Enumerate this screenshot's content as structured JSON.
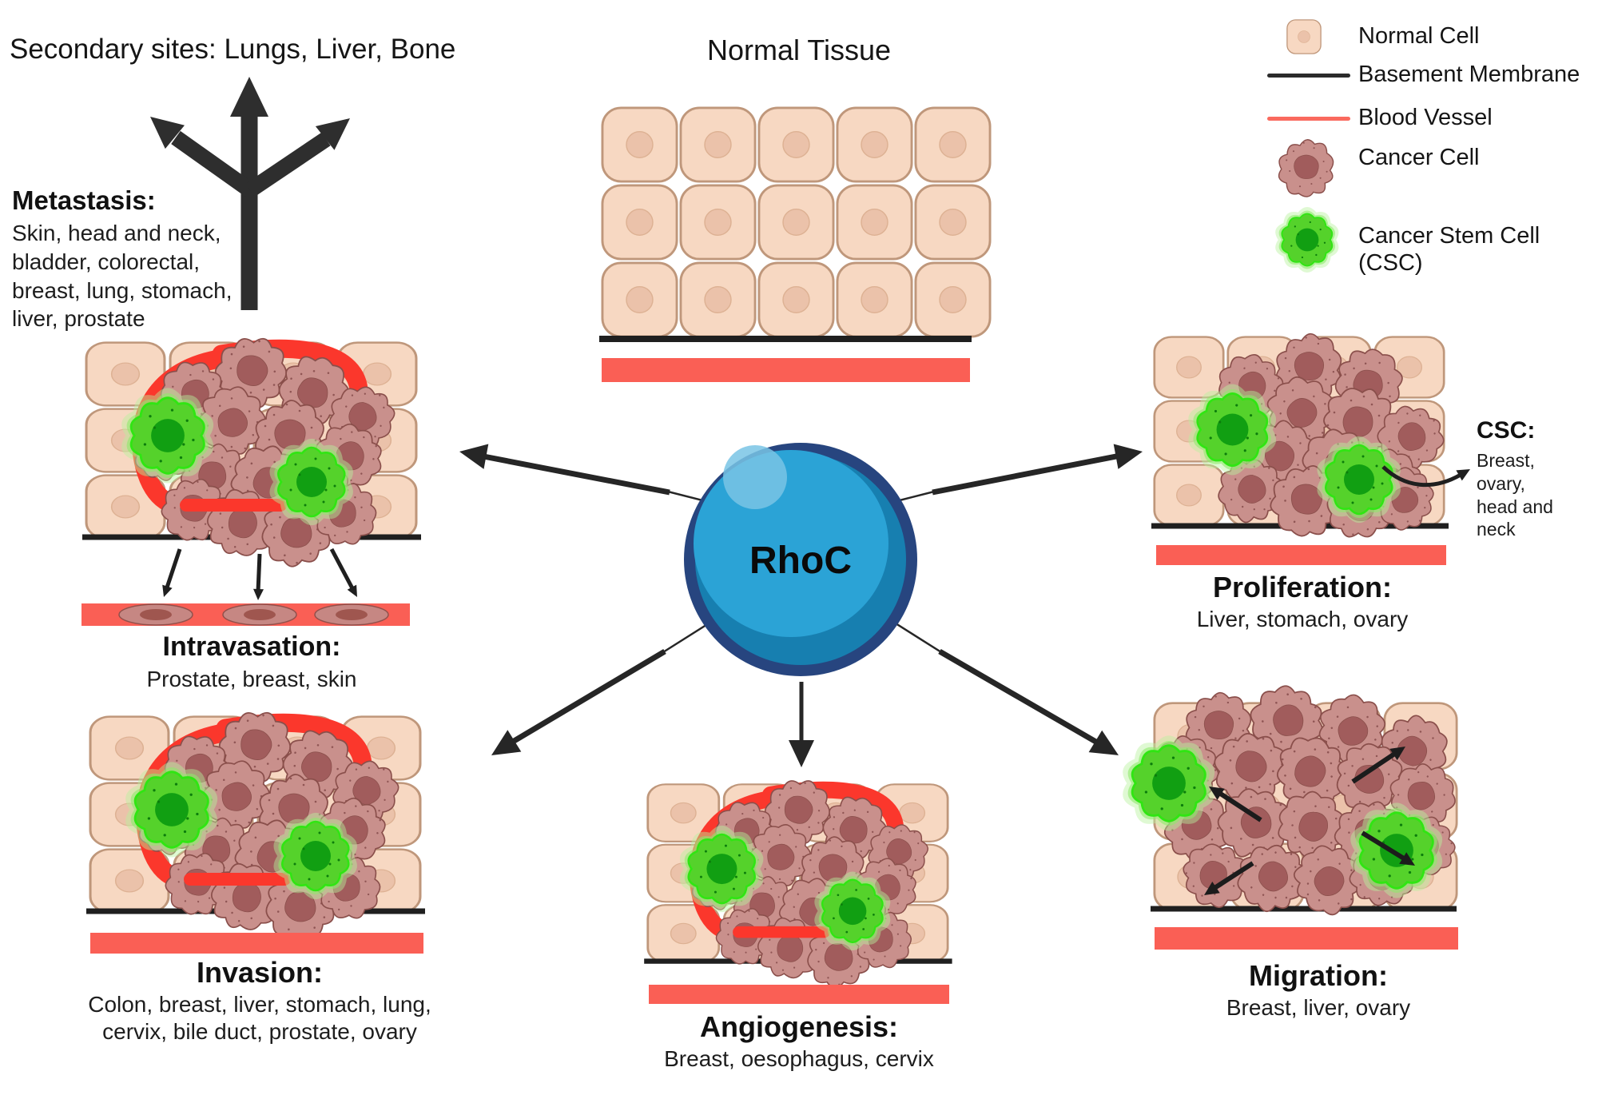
{
  "page": {
    "secondary_sites_title": "Secondary sites: Lungs, Liver, Bone",
    "normal_tissue_title": "Normal Tissue",
    "hub_label": "RhoC"
  },
  "metastasis": {
    "heading": "Metastasis:",
    "sites": "Skin, head and neck, bladder, colorectal, breast, lung, stomach, liver, prostate"
  },
  "legend": {
    "items": [
      {
        "icon": "normal-cell-icon",
        "label": "Normal Cell"
      },
      {
        "icon": "basement-membrane-line",
        "label": "Basement Membrane"
      },
      {
        "icon": "blood-vessel-line",
        "label": "Blood Vessel"
      },
      {
        "icon": "cancer-cell-icon",
        "label": "Cancer Cell"
      },
      {
        "icon": "cancer-stem-cell-icon",
        "label": "Cancer Stem Cell (CSC)"
      }
    ]
  },
  "panels": {
    "intravasation": {
      "heading": "Intravasation:",
      "sites": "Prostate, breast, skin"
    },
    "invasion": {
      "heading": "Invasion:",
      "sites": "Colon, breast, liver, stomach, lung, cervix, bile duct, prostate, ovary"
    },
    "angiogenesis": {
      "heading": "Angiogenesis:",
      "sites": "Breast, oesophagus, cervix"
    },
    "proliferation": {
      "heading": "Proliferation:",
      "sites": "Liver, stomach, ovary"
    },
    "migration": {
      "heading": "Migration:",
      "sites": "Breast, liver, ovary"
    },
    "csc_callout": {
      "heading": "CSC:",
      "sites": "Breast, ovary, head and neck"
    }
  },
  "colors": {
    "normal_cell_fill": "#f7d8c2",
    "normal_cell_border": "#bf977b",
    "normal_nucleus": "#ebc2aa",
    "cancer_cell_fill": "#c9908c",
    "cancer_cell_border": "#8a4f4b",
    "cancer_nucleus": "#a15c5c",
    "csc_body": "#55d22b",
    "csc_outline": "#30e513",
    "csc_nucleus": "#119f12",
    "blood_vessel_bar": "#fa5f55",
    "blood_vessel_curve": "#fb372c",
    "blood_vessel_legend": "#fa6a5e",
    "basement_membrane": "#1f1f1f",
    "arrow": "#262626",
    "rhoc_border": "#27457f",
    "rhoc_dark": "#177fb0",
    "rhoc_light": "#2ba3d6",
    "rhoc_highlight": "#79c4e5"
  }
}
